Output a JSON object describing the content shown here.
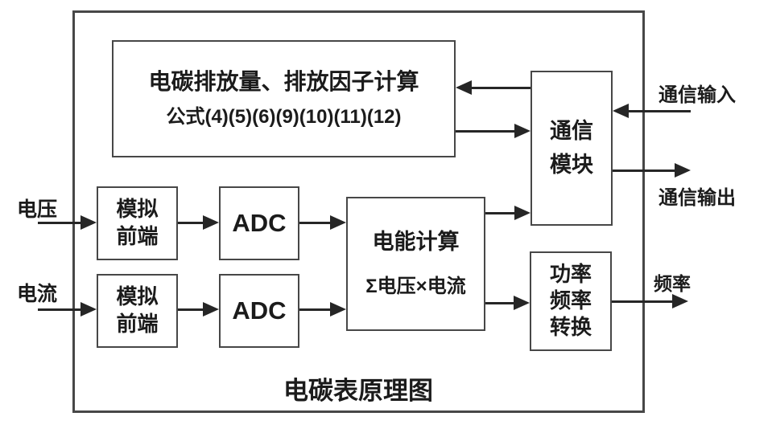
{
  "diagram": {
    "title": "电碳表原理图",
    "blocks": {
      "carbon_calc": {
        "line1": "电碳排放量、排放因子计算",
        "line2": "公式(4)(5)(6)(9)(10)(11)(12)"
      },
      "comm_module": {
        "line1": "通信",
        "line2": "模块"
      },
      "afe_voltage": {
        "line1": "模拟",
        "line2": "前端"
      },
      "afe_current": {
        "line1": "模拟",
        "line2": "前端"
      },
      "adc_voltage": {
        "label": "ADC"
      },
      "adc_current": {
        "label": "ADC"
      },
      "energy_calc": {
        "line1": "电能计算",
        "line2": "Σ电压×电流"
      },
      "power_freq": {
        "line1": "功率",
        "line2": "频率",
        "line3": "转换"
      }
    },
    "labels": {
      "voltage_input": "电压",
      "current_input": "电流",
      "comm_input": "通信输入",
      "comm_output": "通信输出",
      "frequency_output": "频率"
    },
    "colors": {
      "line": "#262626",
      "box_border": "#474747",
      "text": "#1b1b1b",
      "background": "#ffffff"
    }
  }
}
